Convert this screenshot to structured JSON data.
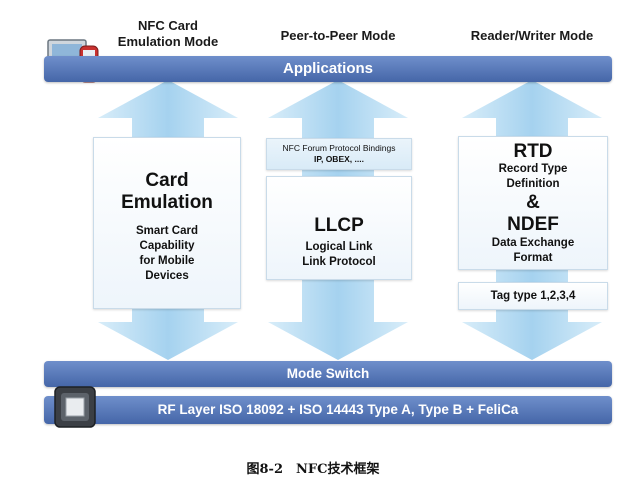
{
  "modes": {
    "card_emulation": {
      "line1": "NFC Card",
      "line2": "Emulation Mode"
    },
    "peer_to_peer": "Peer-to-Peer Mode",
    "reader_writer": "Reader/Writer Mode"
  },
  "applications_bar": "Applications",
  "card_panel": {
    "title_line1": "Card",
    "title_line2": "Emulation",
    "desc_lines": [
      "Smart Card",
      "Capability",
      "for Mobile",
      "Devices"
    ]
  },
  "p2p_bindings": {
    "line1": "NFC Forum Protocol Bindings",
    "line2": "IP, OBEX, ...."
  },
  "llcp_panel": {
    "title": "LLCP",
    "desc_line1": "Logical Link",
    "desc_line2": "Link Protocol"
  },
  "rtd_panel": {
    "rtd": "RTD",
    "rtd_desc_line1": "Record Type",
    "rtd_desc_line2": "Definition",
    "amp": "&",
    "ndef": "NDEF",
    "ndef_desc_line1": "Data Exchange",
    "ndef_desc_line2": "Format"
  },
  "tag_panel": "Tag type 1,2,3,4",
  "mode_switch_bar": "Mode Switch",
  "rf_bar": "RF Layer ISO 18092 + ISO 14443 Type A, Type B + FeliCa",
  "caption": "图8-2　NFC技术框架",
  "colors": {
    "bar": "#4f72b5",
    "arrow": "#a9d3ee",
    "panel": "#ffffff"
  }
}
